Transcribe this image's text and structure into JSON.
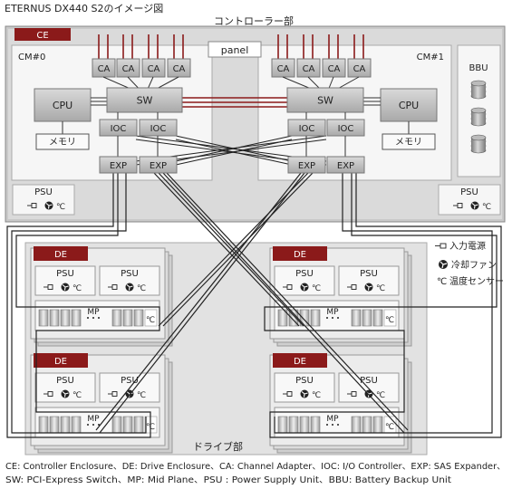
{
  "title": "ETERNUS DX440 S2のイメージ図",
  "controller_section_label": "コントローラー部",
  "drive_section_label": "ドライブ部",
  "ce_label": "CE",
  "panel_label": "panel",
  "cm0_label": "CM#0",
  "cm1_label": "CM#1",
  "bbu_label": "BBU",
  "ca_label": "CA",
  "sw_label": "SW",
  "cpu_label": "CPU",
  "memory_label": "メモリ",
  "ioc_label": "IOC",
  "exp_label": "EXP",
  "psu_label": "PSU",
  "de_label": "DE",
  "mp_label": "MP",
  "temp_symbol": "℃",
  "legend": {
    "power_input": "入力電源",
    "cooling_fan": "冷却ファン",
    "temp_sensor": "温度センサー"
  },
  "footnote": {
    "line1": "CE: Controller Enclosure、DE: Drive Enclosure、CA: Channel Adapter、IOC: I/O Controller、EXP: SAS Expander、",
    "line2": "SW: PCI-Express Switch、MP: Mid Plane、PSU : Power Supply Unit、BBU: Battery Backup Unit"
  },
  "colors": {
    "accent_red": "#8b1a1a",
    "box_gray": "#b9b9b9",
    "panel_bg": "#d6d6d6",
    "enclosure_bg": "#e8e8e8"
  }
}
